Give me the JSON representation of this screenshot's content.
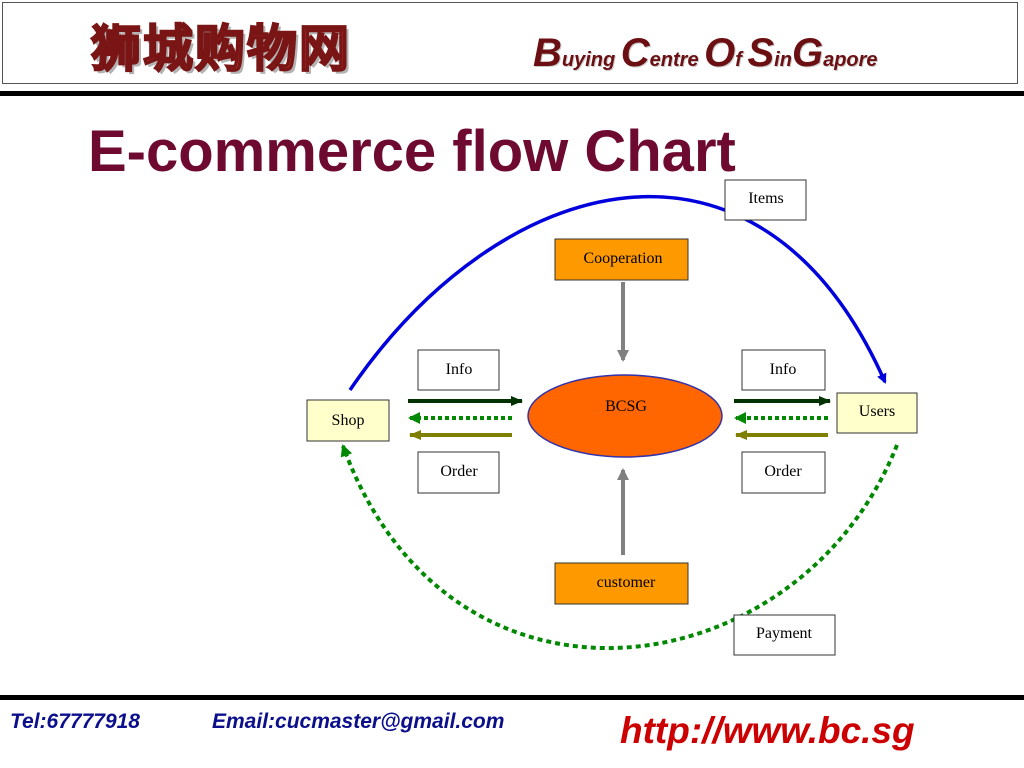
{
  "header": {
    "chinese_logo": "狮城购物网",
    "english_logo": [
      {
        "text": "B",
        "size": "big"
      },
      {
        "text": "uying ",
        "size": "small"
      },
      {
        "text": "C",
        "size": "big"
      },
      {
        "text": "entre ",
        "size": "small"
      },
      {
        "text": "O",
        "size": "big"
      },
      {
        "text": "f ",
        "size": "small"
      },
      {
        "text": "S",
        "size": "big"
      },
      {
        "text": "in",
        "size": "small"
      },
      {
        "text": "G",
        "size": "big"
      },
      {
        "text": "apore",
        "size": "small"
      }
    ]
  },
  "title": "E-commerce flow Chart",
  "diagram": {
    "nodes": {
      "cooperation": "Cooperation",
      "bcsg": "BCSG",
      "customer": "customer",
      "shop": "Shop",
      "users": "Users"
    },
    "labels": {
      "items": "Items",
      "info_left": "Info",
      "order_left": "Order",
      "info_right": "Info",
      "order_right": "Order",
      "payment": "Payment"
    },
    "colors": {
      "box_orange": "#ff9900",
      "ellipse_fill": "#ff6600",
      "ellipse_stroke": "#3333aa",
      "box_yellow": "#ffffcc",
      "items_curve": "#0000dd",
      "payment_curve": "#008800",
      "info_arrow": "#003300",
      "order_arrow": "#808000",
      "vertical_arrow": "#808080"
    }
  },
  "footer": {
    "tel": "Tel:67777918",
    "email": "Email:cucmaster@gmail.com",
    "url": "http://www.bc.sg"
  }
}
